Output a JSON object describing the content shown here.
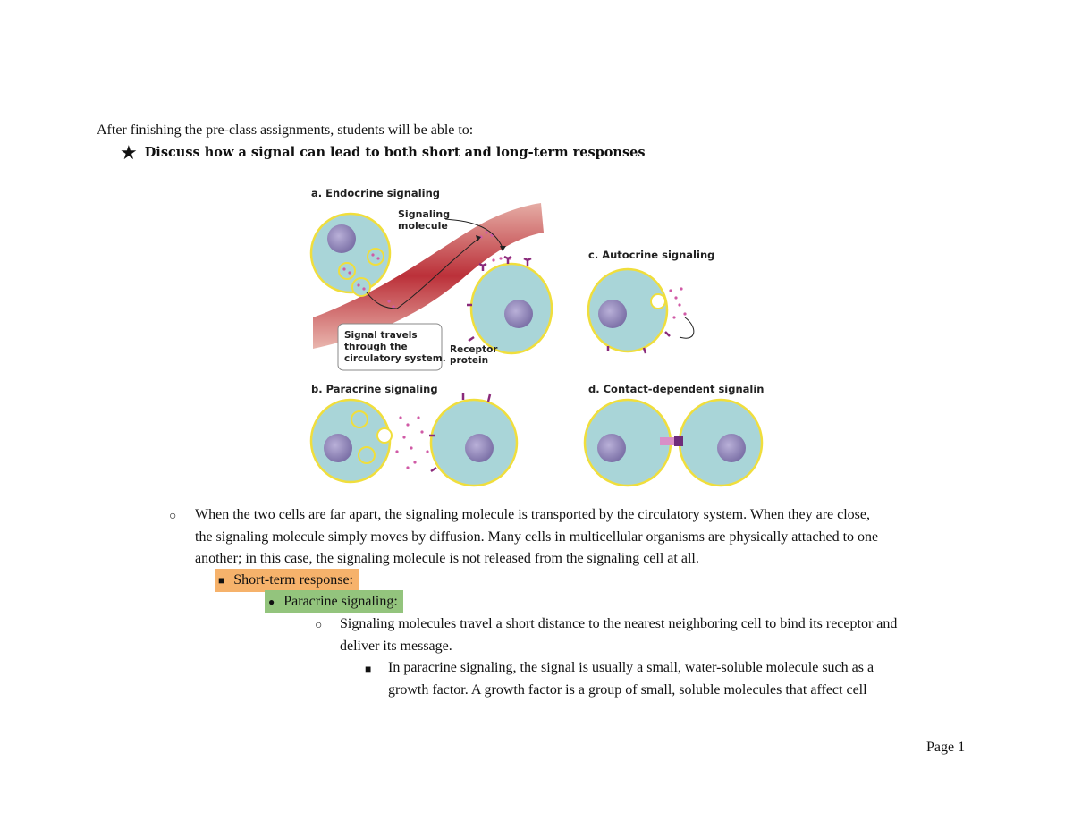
{
  "intro": "After finishing the pre-class assignments, students will be able to:",
  "objective": "Discuss how a signal can lead to both short and long-term responses",
  "figure": {
    "a_title": "a. Endocrine signaling",
    "signaling_molecule_1": "Signaling",
    "signaling_molecule_2": "molecule",
    "callout_1": "Signal travels",
    "callout_2": "through the",
    "callout_3": "circulatory system.",
    "receptor_1": "Receptor",
    "receptor_2": "protein",
    "b_title": "b. Paracrine signaling",
    "c_title": "c. Autocrine signaling",
    "d_title": "d. Contact-dependent signaling",
    "colors": {
      "cell": "#a9d5d8",
      "membrane": "#f0de3c",
      "nucleus": "#8f85b6",
      "vessel": "#b8262f",
      "receptor": "#8a2a7b",
      "molecule": "#d05aa6"
    }
  },
  "para1": [
    "When the two cells are far apart, the signaling molecule is transported by the circulatory system. When they are close,",
    "the signaling molecule simply moves by diffusion. Many cells in multicellular organisms are physically attached to one",
    "another; in this case, the signaling molecule is not released from the signaling cell at all."
  ],
  "short_term": "Short-term response:",
  "paracrine": "Paracrine signaling:",
  "para2": [
    "Signaling molecules travel a short distance to the nearest neighboring cell to bind its receptor and",
    "deliver its message."
  ],
  "para3": [
    "In paracrine signaling, the signal is usually a small, water-soluble molecule such as a",
    "growth factor. A growth factor is a group of small, soluble molecules that affect cell"
  ],
  "footer": "Page 1"
}
